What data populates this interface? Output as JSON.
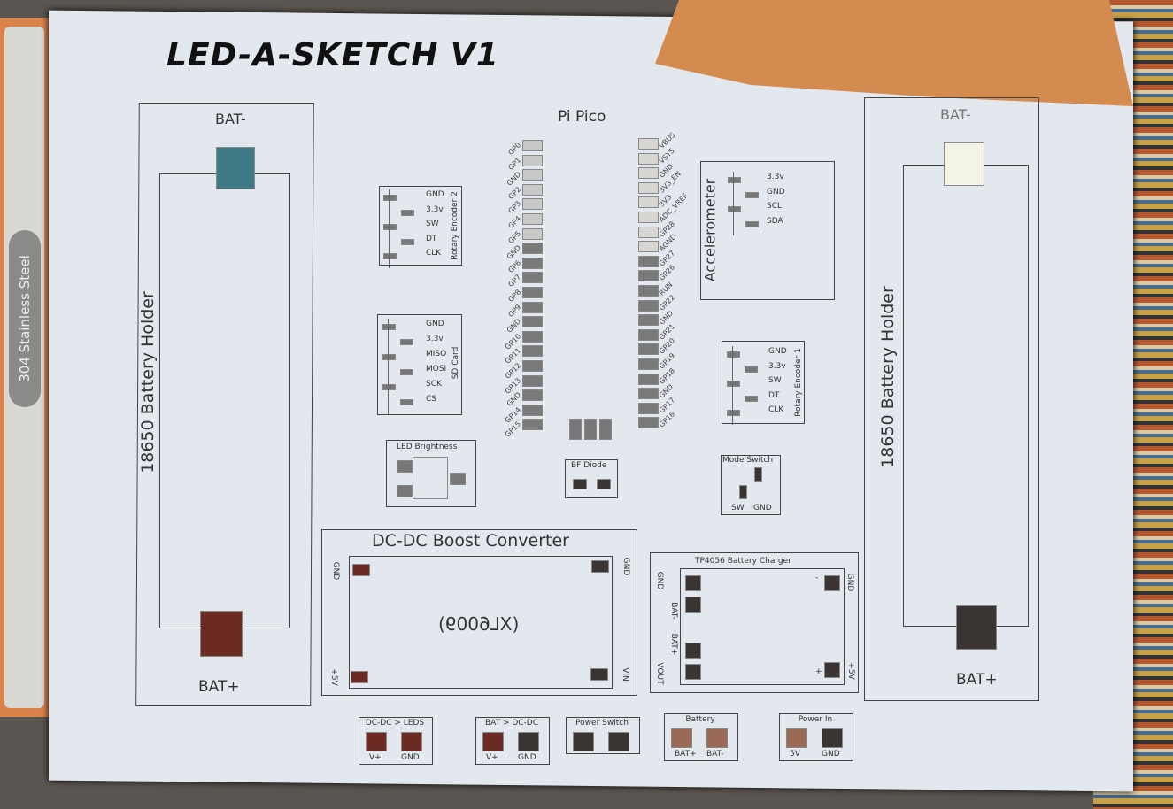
{
  "board_title": "LED-A-SKETCH V1",
  "side_label": "304 Stainless Steel",
  "battery_left": {
    "top": "BAT-",
    "bottom": "BAT+",
    "title": "18650 Battery Holder"
  },
  "battery_right": {
    "top": "BAT-",
    "bottom": "BAT+",
    "title": "18650 Battery Holder"
  },
  "pico": {
    "title": "Pi Pico",
    "left_pins": [
      "GP0",
      "GP1",
      "GND",
      "GP2",
      "GP3",
      "GP4",
      "GP5",
      "GND",
      "GP6",
      "GP7",
      "GP8",
      "GP9",
      "GND",
      "GP10",
      "GP11",
      "GP12",
      "GP13",
      "GND",
      "GP14",
      "GP15"
    ],
    "right_pins": [
      "VBUS",
      "VSYS",
      "GND",
      "3V3_EN",
      "3V3",
      "ADC_VREF",
      "GP28",
      "AGND",
      "GP27",
      "GP26",
      "RUN",
      "GP22",
      "GND",
      "GP21",
      "GP20",
      "GP19",
      "GP18",
      "GND",
      "GP17",
      "GP16"
    ]
  },
  "rotary2": {
    "title": "Rotary Encoder 2",
    "pins": [
      "GND",
      "3.3v",
      "SW",
      "DT",
      "CLK"
    ]
  },
  "sdcard": {
    "title": "SD Card",
    "pins": [
      "GND",
      "3.3v",
      "MISO",
      "MOSI",
      "SCK",
      "CS"
    ]
  },
  "accel": {
    "title": "Accelerometer",
    "pins": [
      "3.3v",
      "GND",
      "SCL",
      "SDA"
    ]
  },
  "rotary1": {
    "title": "Rotary Encoder 1",
    "pins": [
      "GND",
      "3.3v",
      "SW",
      "DT",
      "CLK"
    ]
  },
  "led_brightness": {
    "title": "LED Brightness"
  },
  "bf_diode": {
    "title": "BF Diode"
  },
  "mode_switch": {
    "title": "Mode Switch",
    "sw": "SW",
    "gnd": "GND"
  },
  "boost": {
    "title": "DC-DC Boost Converter",
    "part": "(XL6009)",
    "gnd_l": "GND",
    "gnd_r": "GND",
    "v5": "+5V",
    "vin": "VIN"
  },
  "charger": {
    "title": "TP4056 Battery Charger",
    "gnd_l": "GND",
    "bat_minus": "BAT-",
    "bat_plus": "BAT+",
    "vout": "VOUT",
    "gnd_r": "GND",
    "v5": "+5V",
    "minus": "-",
    "plus": "+"
  },
  "connectors": [
    {
      "title": "DC-DC > LEDS",
      "a": "V+",
      "b": "GND"
    },
    {
      "title": "BAT > DC-DC",
      "a": "V+",
      "b": "GND"
    },
    {
      "title": "Power Switch",
      "a": "",
      "b": ""
    },
    {
      "title": "Battery",
      "a": "BAT+",
      "b": "BAT-"
    },
    {
      "title": "Power In",
      "a": "5V",
      "b": "GND"
    }
  ]
}
